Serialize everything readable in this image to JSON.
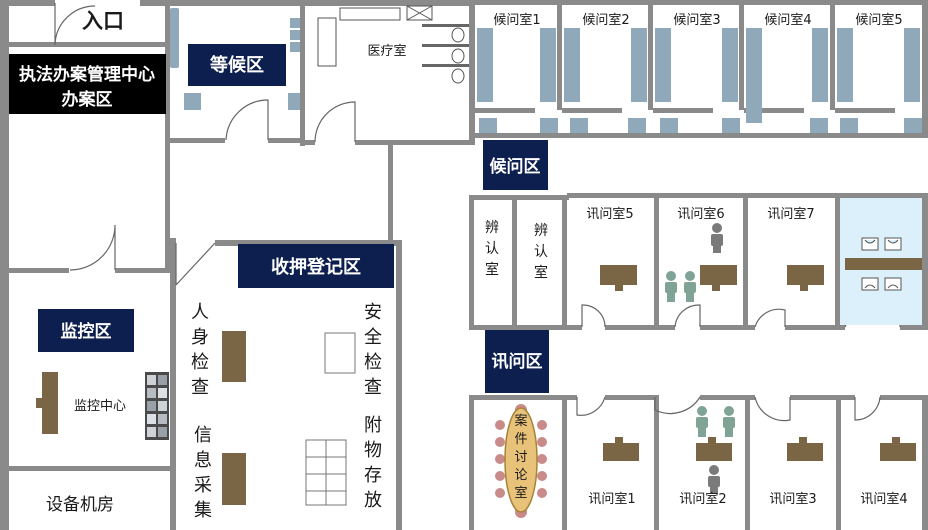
{
  "colors": {
    "wall": "#8a8a8a",
    "navy": "#0d1f4e",
    "black": "#000000",
    "chair": "#8fa9bb",
    "desk": "#7a6545",
    "person_gray": "#7a7a7a",
    "person_green": "#7fa395",
    "washroom": "#dcf0fb",
    "oval_table": "#d4a860",
    "oval_chair": "#c98a8a"
  },
  "labels": {
    "entrance": "入口",
    "center_line1": "执法办案管理中心",
    "center_line2": "办案区",
    "waiting_area": "等候区",
    "medical_room": "医疗室",
    "holding_rooms": [
      "候问室1",
      "候问室2",
      "候问室3",
      "候问室4",
      "候问室5"
    ],
    "holding_area": "候问区",
    "identify_room": [
      "辨",
      "认",
      "室"
    ],
    "interrogation_upper": [
      "讯问室5",
      "讯问室6",
      "讯问室7"
    ],
    "interrogation_area": "讯问区",
    "interrogation_lower": [
      "讯问室1",
      "讯问室2",
      "讯问室3",
      "讯问室4"
    ],
    "monitor_area": "监控区",
    "monitor_center": "监控中心",
    "equipment_room": "设备机房",
    "custody_area": "收押登记区",
    "body_check": [
      "人",
      "身",
      "检",
      "查"
    ],
    "info_collect": [
      "信",
      "息",
      "采",
      "集"
    ],
    "safety_check": [
      "安",
      "全",
      "检",
      "查"
    ],
    "item_storage": [
      "附",
      "物",
      "存",
      "放"
    ],
    "case_discussion": [
      "案",
      "件",
      "讨",
      "论",
      "室"
    ]
  },
  "icons": [
    "door-icon",
    "chair-icon",
    "desk-icon",
    "person-icon",
    "toilet-icon",
    "sink-icon",
    "monitor-wall-icon",
    "storage-locker-icon",
    "medical-bed-icon"
  ]
}
